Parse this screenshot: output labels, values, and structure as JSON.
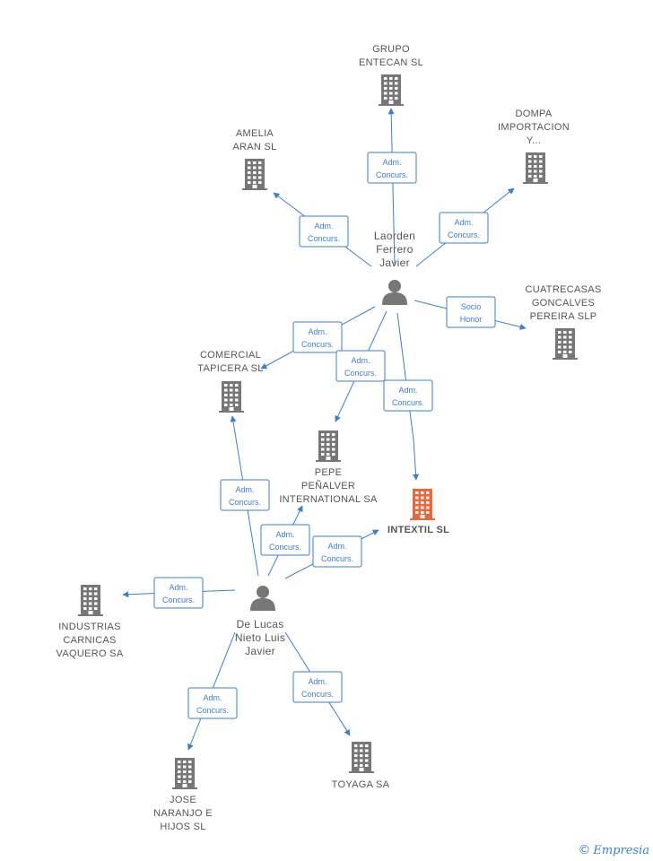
{
  "colors": {
    "edge": "#3a7fd0",
    "building": "#777777",
    "building_highlight": "#f0643a",
    "person": "#777777"
  },
  "nodes": [
    {
      "id": "grupo_entecan",
      "kind": "company",
      "lines": [
        "GRUPO",
        "ENTECAN SL"
      ],
      "icon": "building-icon"
    },
    {
      "id": "amelia_aran",
      "kind": "company",
      "lines": [
        "AMELIA",
        "ARAN SL"
      ],
      "icon": "building-icon"
    },
    {
      "id": "dompa",
      "kind": "company",
      "lines": [
        "DOMPA",
        "IMPORTACION",
        "Y..."
      ],
      "icon": "building-icon"
    },
    {
      "id": "laorden",
      "kind": "person",
      "lines": [
        "Laorden",
        "Ferrero",
        "Javier"
      ],
      "icon": "person-icon"
    },
    {
      "id": "cuatrecasas",
      "kind": "company",
      "lines": [
        "CUATRECASAS",
        "GONCALVES",
        "PEREIRA SLP"
      ],
      "icon": "building-icon"
    },
    {
      "id": "comercial_tapicera",
      "kind": "company",
      "lines": [
        "COMERCIAL",
        "TAPICERA SL"
      ],
      "icon": "building-icon"
    },
    {
      "id": "pepe_penalver",
      "kind": "company",
      "lines": [
        "PEPE",
        "PEÑALVER",
        "INTERNATIONAL SA"
      ],
      "icon": "building-icon"
    },
    {
      "id": "intextil",
      "kind": "company",
      "highlight": true,
      "lines": [
        "INTEXTIL SL"
      ],
      "icon": "building-icon"
    },
    {
      "id": "industrias_carnicas",
      "kind": "company",
      "lines": [
        "INDUSTRIAS",
        "CARNICAS",
        "VAQUERO SA"
      ],
      "icon": "building-icon"
    },
    {
      "id": "de_lucas",
      "kind": "person",
      "lines": [
        "De Lucas",
        "Nieto Luis",
        "Javier"
      ],
      "icon": "person-icon"
    },
    {
      "id": "jose_naranjo",
      "kind": "company",
      "lines": [
        "JOSE",
        "NARANJO E",
        "HIJOS SL"
      ],
      "icon": "building-icon"
    },
    {
      "id": "toyaga",
      "kind": "company",
      "lines": [
        "TOYAGA SA"
      ],
      "icon": "building-icon"
    }
  ],
  "edges": [
    {
      "from": "laorden",
      "to": "grupo_entecan",
      "label": [
        "Adm.",
        "Concurs."
      ]
    },
    {
      "from": "laorden",
      "to": "amelia_aran",
      "label": [
        "Adm.",
        "Concurs."
      ]
    },
    {
      "from": "laorden",
      "to": "dompa",
      "label": [
        "Adm.",
        "Concurs."
      ]
    },
    {
      "from": "laorden",
      "to": "cuatrecasas",
      "label": [
        "Socio",
        "Honor"
      ]
    },
    {
      "from": "laorden",
      "to": "comercial_tapicera",
      "label": [
        "Adm.",
        "Concurs."
      ]
    },
    {
      "from": "laorden",
      "to": "pepe_penalver",
      "label": [
        "Adm.",
        "Concurs."
      ]
    },
    {
      "from": "laorden",
      "to": "intextil",
      "label": [
        "Adm.",
        "Concurs."
      ]
    },
    {
      "from": "de_lucas",
      "to": "comercial_tapicera",
      "label": [
        "Adm.",
        "Concurs."
      ]
    },
    {
      "from": "de_lucas",
      "to": "pepe_penalver",
      "label": [
        "Adm.",
        "Concurs."
      ]
    },
    {
      "from": "de_lucas",
      "to": "intextil",
      "label": [
        "Adm.",
        "Concurs."
      ]
    },
    {
      "from": "de_lucas",
      "to": "industrias_carnicas",
      "label": [
        "Adm.",
        "Concurs."
      ]
    },
    {
      "from": "de_lucas",
      "to": "jose_naranjo",
      "label": [
        "Adm.",
        "Concurs."
      ]
    },
    {
      "from": "de_lucas",
      "to": "toyaga",
      "label": [
        "Adm.",
        "Concurs."
      ]
    }
  ],
  "watermark": {
    "symbol": "©",
    "brand": "Empresia"
  }
}
